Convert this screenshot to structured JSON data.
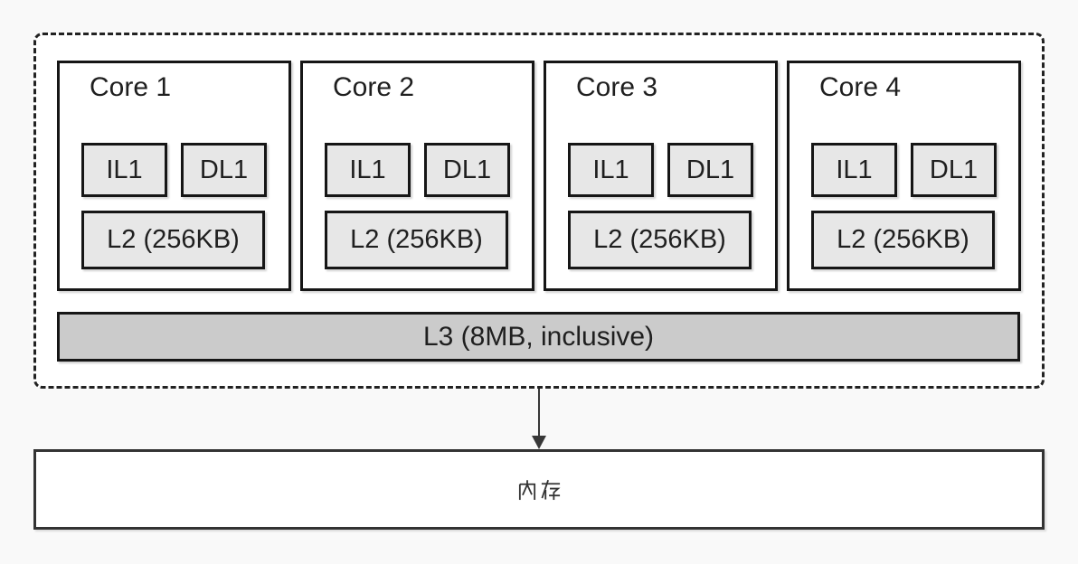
{
  "title": "CPU multi-core cache hierarchy diagram",
  "cpu": {
    "cores": [
      {
        "label": "Core 1",
        "il1": "IL1",
        "dl1": "DL1",
        "l2": "L2 (256KB)"
      },
      {
        "label": "Core 2",
        "il1": "IL1",
        "dl1": "DL1",
        "l2": "L2 (256KB)"
      },
      {
        "label": "Core 3",
        "il1": "IL1",
        "dl1": "DL1",
        "l2": "L2 (256KB)"
      },
      {
        "label": "Core 4",
        "il1": "IL1",
        "dl1": "DL1",
        "l2": "L2 (256KB)"
      }
    ],
    "l3_label": "L3 (8MB, inclusive)"
  },
  "memory": {
    "label": "内存"
  },
  "colors": {
    "page_background": "#f9f9f9",
    "box_fill": "#ffffff",
    "cache_fill": "#e7e7e7",
    "l3_fill": "#cbcbcb",
    "border": "#161616",
    "text": "#1f1f1f",
    "arrow": "#383838"
  }
}
